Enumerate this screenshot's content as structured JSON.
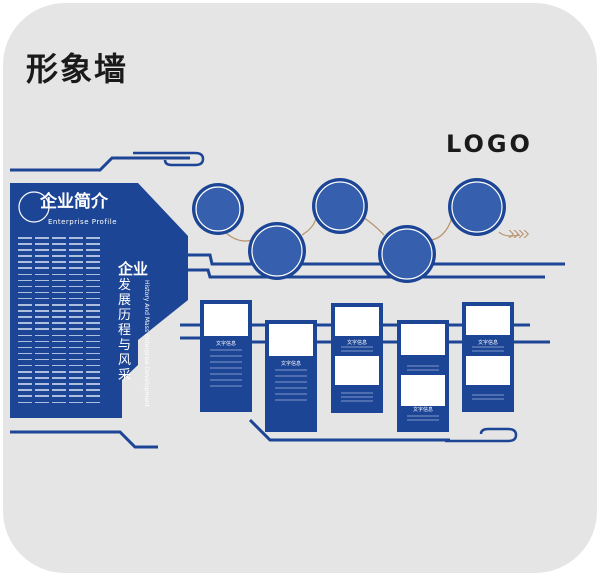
{
  "header": {
    "title": "形象墙"
  },
  "logo": {
    "text": "LOGO"
  },
  "profile": {
    "title": "企业简介",
    "subtitle": "Enterprise Profile"
  },
  "history": {
    "title_line1": "企业",
    "title_line2": "发展历程与风采",
    "subtitle_en": "History And Mass Enterprise Development"
  },
  "cards": [
    {
      "label": "文字信息"
    },
    {
      "label": "文字信息"
    },
    {
      "label": "文字信息"
    },
    {
      "label": "文字信息"
    },
    {
      "label": "文字信息"
    }
  ],
  "colors": {
    "brand_blue": "#1d4596",
    "circle_blue": "#3660ad",
    "background": "#e5e5e5",
    "accent_brown": "#b8916a"
  },
  "icons": {
    "arrows": "chevron-arrows-icon",
    "swirl": "swirl-line-icon"
  }
}
